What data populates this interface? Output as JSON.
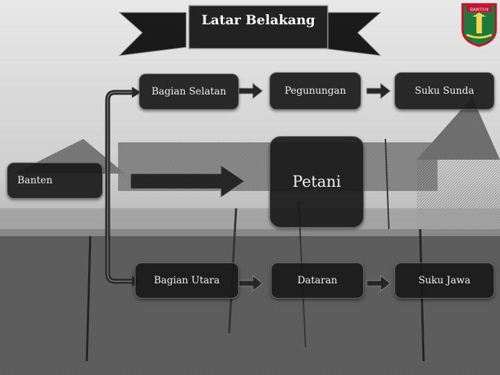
{
  "title": "Latar Belakang",
  "nodes": {
    "banten": "Banten",
    "bagian_selatan": "Bagian Selatan",
    "pegunungan": "Pegunungan",
    "suku_sunda": "Suku Sunda",
    "petani": "Petani",
    "bagian_utara": "Bagian Utara",
    "dataran": "Dataran",
    "suku_jawa": "Suku Jawa"
  },
  "logo_text": "BANTEN",
  "colors": {
    "box": "#191919",
    "arrow": "#2a2a2a",
    "banner": "#1e1e1e",
    "logo_red": "#c8102e",
    "logo_green": "#1e7a3a"
  }
}
